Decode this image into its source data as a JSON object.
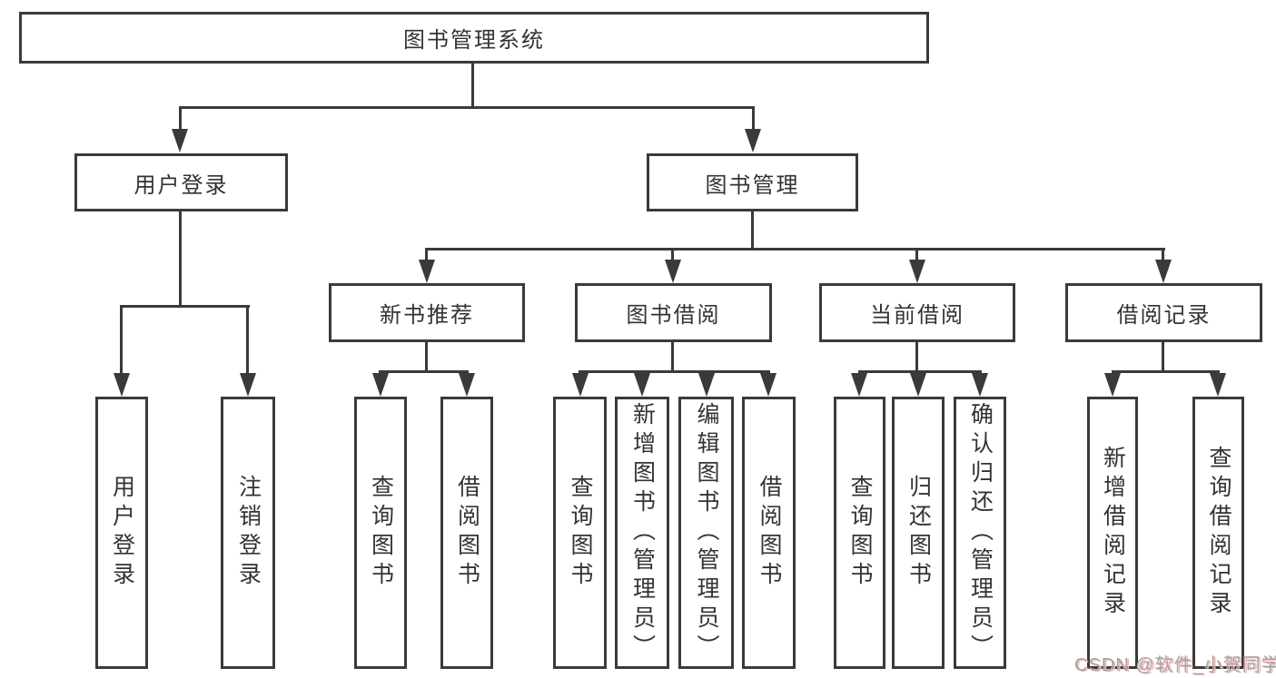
{
  "tree": {
    "root": {
      "label": "图书管理系统",
      "children": [
        {
          "label": "用户登录",
          "children": [
            {
              "label": "用户登录"
            },
            {
              "label": "注销登录"
            }
          ]
        },
        {
          "label": "图书管理",
          "children": [
            {
              "label": "新书推荐",
              "children": [
                {
                  "label": "查询图书"
                },
                {
                  "label": "借阅图书"
                }
              ]
            },
            {
              "label": "图书借阅",
              "children": [
                {
                  "label": "查询图书"
                },
                {
                  "label": "新增图书（管理员）"
                },
                {
                  "label": "编辑图书（管理员）"
                },
                {
                  "label": "借阅图书"
                }
              ]
            },
            {
              "label": "当前借阅",
              "children": [
                {
                  "label": "查询图书"
                },
                {
                  "label": "归还图书"
                },
                {
                  "label": "确认归还（管理员）"
                }
              ]
            },
            {
              "label": "借阅记录",
              "children": [
                {
                  "label": "新增借阅记录"
                },
                {
                  "label": "查询借阅记录"
                }
              ]
            }
          ]
        }
      ]
    }
  },
  "watermark": {
    "text": "CSDN @软件_小贺同学"
  },
  "colors": {
    "line": "#3a3a3a",
    "box_border": "#3a3a3a",
    "box_background": "#ffffff",
    "text": "#333333",
    "watermark_text": "#a3a3a3",
    "watermark_shadow": "#f3b4b4"
  }
}
